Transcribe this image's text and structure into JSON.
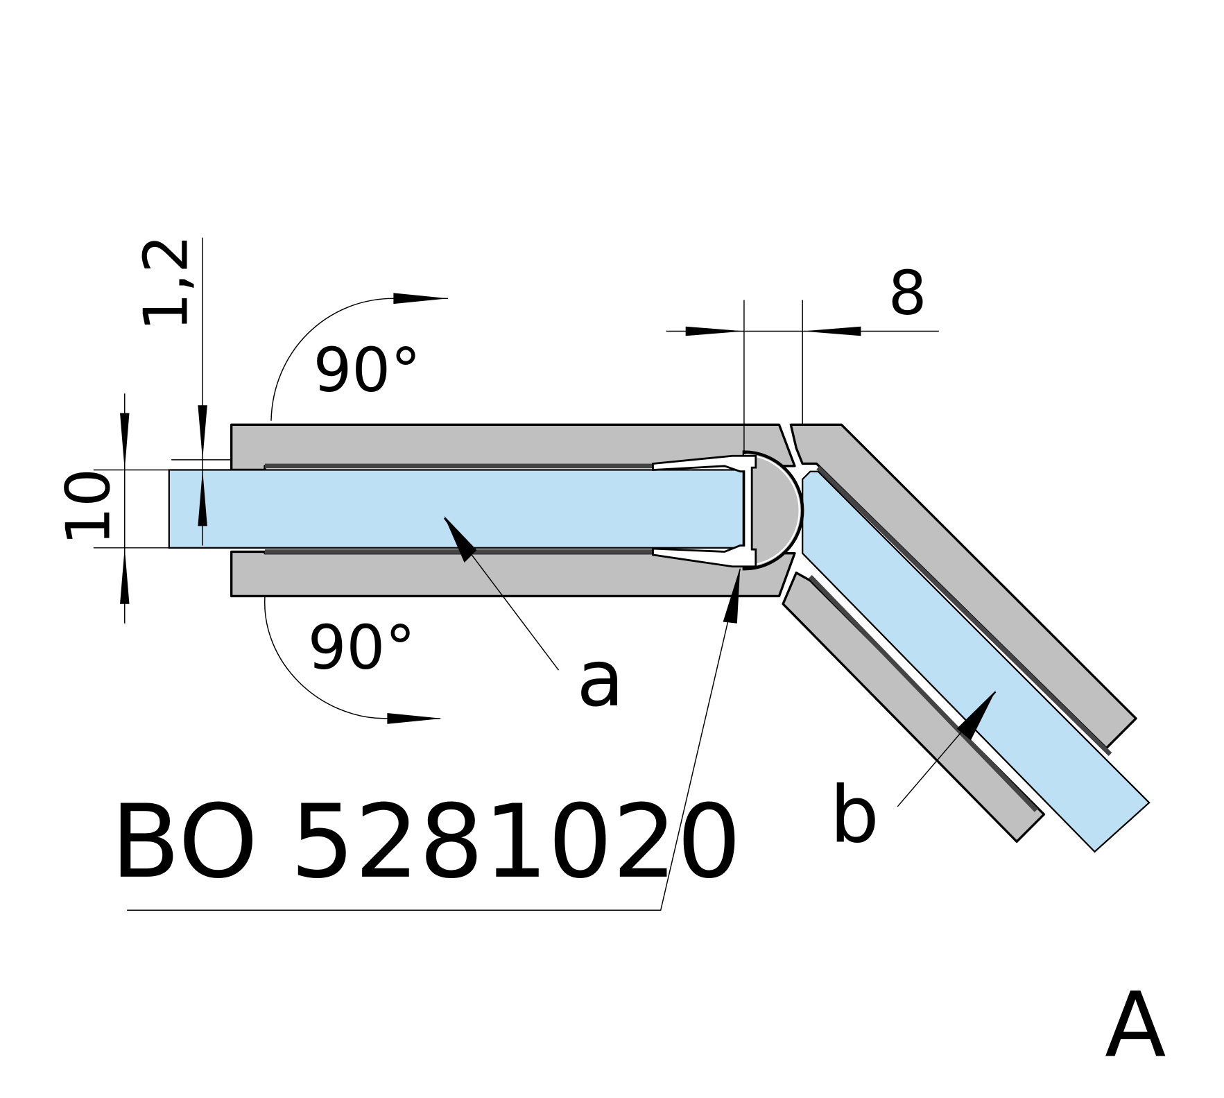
{
  "drawing": {
    "view_label": "A",
    "part_number": "BO 5281020",
    "callouts": [
      "a",
      "b"
    ],
    "dimensions": {
      "thickness_dim": "1,2",
      "glass_dim": "10",
      "gap_dim": "8",
      "angle_top": "90°",
      "angle_bottom": "90°"
    },
    "colors": {
      "glass": "#bde0f5",
      "profile": "#c0c0c0",
      "line": "#000000"
    }
  }
}
